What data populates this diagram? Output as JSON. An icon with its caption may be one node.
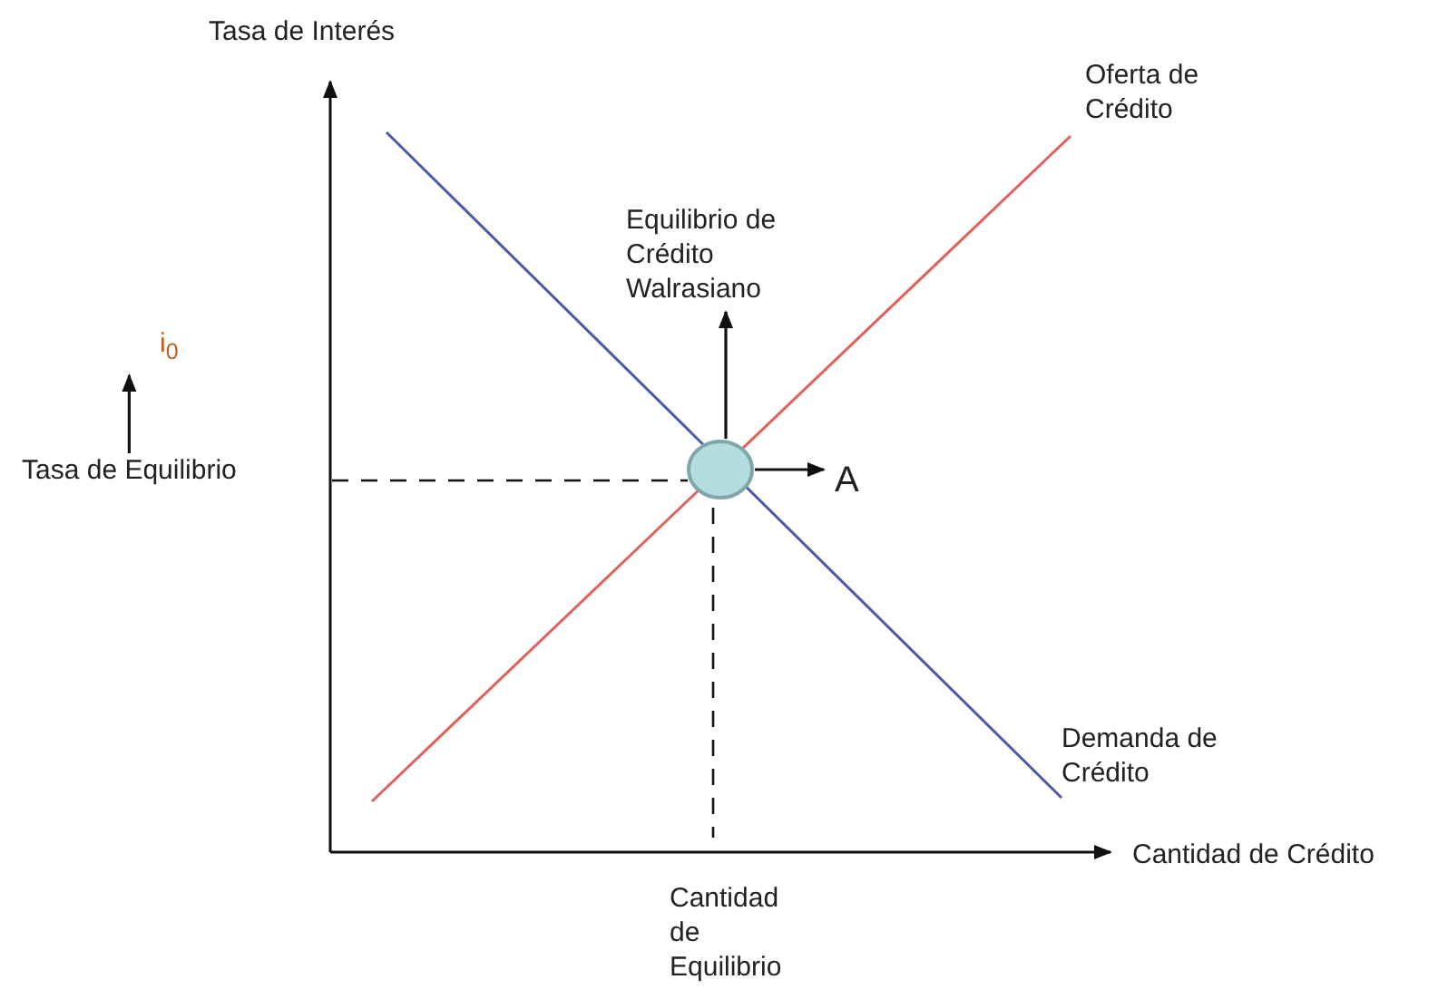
{
  "diagram": {
    "nodes": [
      {
        "text": [],
        "shape": "circle"
      },
      {
        "text": [
          "Equilibrio de Crédito Walrasiano"
        ]
      },
      {
        "text": [
          "A"
        ]
      },
      {
        "text": [
          "Tasa de Equilibrio"
        ]
      },
      {
        "text": [
          "i$_{0}$"
        ]
      }
    ],
    "edges": [
      {
        "from": 0,
        "to": 1,
        "arrow": "to"
      },
      {
        "from": 0,
        "to": 2,
        "arrow": "to"
      },
      {
        "from": 3,
        "to": 4,
        "arrow": "to"
      }
    ],
    "labels": [
      "Tasa de Interés",
      "Oferta de Crédito",
      "Demanda de Crédito",
      "Cantidad de Crédito",
      "Cantidad de Equilibrio"
    ]
  }
}
